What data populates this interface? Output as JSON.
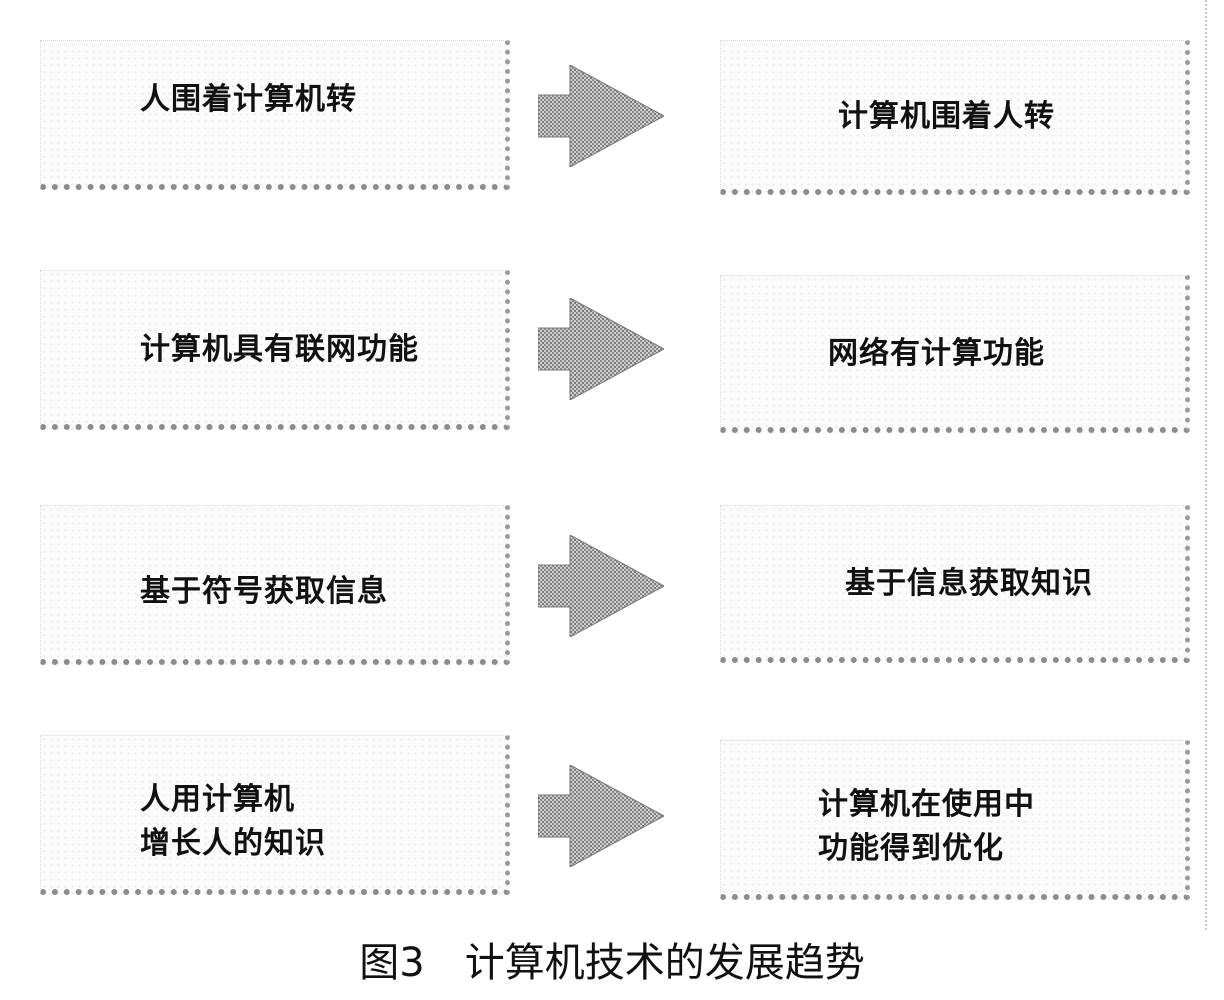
{
  "diagram": {
    "rows": [
      {
        "from": "人围着计算机转",
        "to": "计算机围着人转"
      },
      {
        "from": "计算机具有联网功能",
        "to": "网络有计算功能"
      },
      {
        "from": "基于符号获取信息",
        "to": "基于信息获取知识"
      },
      {
        "from": [
          "人用计算机",
          "增长人的知识"
        ],
        "to": [
          "计算机在使用中",
          "功能得到优化"
        ]
      }
    ]
  },
  "caption": "图3　计算机技术的发展趋势"
}
